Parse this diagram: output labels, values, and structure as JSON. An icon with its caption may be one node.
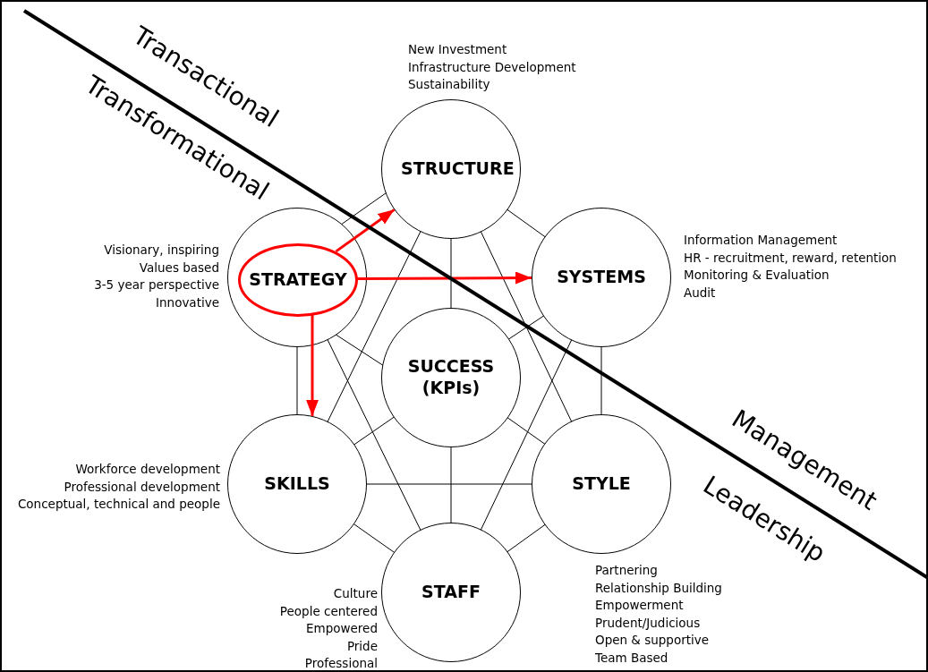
{
  "diagram": {
    "nodes": [
      {
        "text": [
          "STRUCTURE"
        ],
        "beside": [
          "New Investment",
          "Infrastructure Development",
          "Sustainability"
        ]
      },
      {
        "text": [],
        "shape": "circle",
        "beside": [
          "Visionary, inspiring",
          "Values based",
          "3-5 year perspective",
          "Innovative"
        ]
      },
      {
        "text": [
          "STRATEGY"
        ],
        "in": 1
      },
      {
        "text": [
          "SYSTEMS"
        ],
        "beside": [
          "Information Management",
          "HR - recruitment, reward, retention",
          "Monitoring & Evaluation",
          "Audit"
        ]
      },
      {
        "text": [
          "SUCCESS (KPIs)"
        ]
      },
      {
        "text": [
          "SKILLS"
        ],
        "beside": [
          "Workforce development",
          "Professional development",
          "Conceptual, technical and people"
        ]
      },
      {
        "text": [
          "STYLE"
        ],
        "beside": [
          "Partnering",
          "Relationship Building",
          "Empowerment",
          "Prudent/Judicious",
          "Open & supportive",
          "Team Based"
        ]
      },
      {
        "text": [
          "STAFF"
        ],
        "beside": [
          "Culture",
          "People centered",
          "Empowered",
          "Pride",
          "Professional"
        ]
      }
    ],
    "edges": [
      {
        "from": 1,
        "to": 0,
        "arrow": "none"
      },
      {
        "from": 0,
        "to": 3,
        "arrow": "none"
      },
      {
        "from": 3,
        "to": 6,
        "arrow": "none"
      },
      {
        "from": 6,
        "to": 7,
        "arrow": "none"
      },
      {
        "from": 7,
        "to": 5,
        "arrow": "none"
      },
      {
        "from": 5,
        "to": 1,
        "arrow": "none"
      },
      {
        "from": 0,
        "to": 4,
        "arrow": "none"
      },
      {
        "from": 4,
        "to": 7,
        "arrow": "none"
      },
      {
        "from": 5,
        "to": 6,
        "arrow": "none"
      },
      {
        "from": 4,
        "to": 1,
        "arrow": "none"
      },
      {
        "from": 4,
        "to": 3,
        "arrow": "none"
      },
      {
        "from": 4,
        "to": 5,
        "arrow": "none"
      },
      {
        "from": 4,
        "to": 6,
        "arrow": "none"
      },
      {
        "from": 0,
        "to": 5,
        "arrow": "none"
      },
      {
        "from": 0,
        "to": 6,
        "arrow": "none"
      },
      {
        "from": 1,
        "to": 7,
        "arrow": "none"
      },
      {
        "from": 3,
        "to": 7,
        "arrow": "none"
      },
      {
        "from": 2,
        "to": 0,
        "arrow": "to",
        "style": "thick",
        "color": "#ff0000"
      },
      {
        "from": 2,
        "to": 3,
        "arrow": "to",
        "style": "thick",
        "color": "#ff0000"
      },
      {
        "from": 2,
        "to": 5,
        "arrow": "to",
        "style": "thick",
        "color": "#ff0000"
      }
    ],
    "labels": [
      "Transactional",
      "Transformational",
      "Management",
      "Leadership"
    ]
  }
}
